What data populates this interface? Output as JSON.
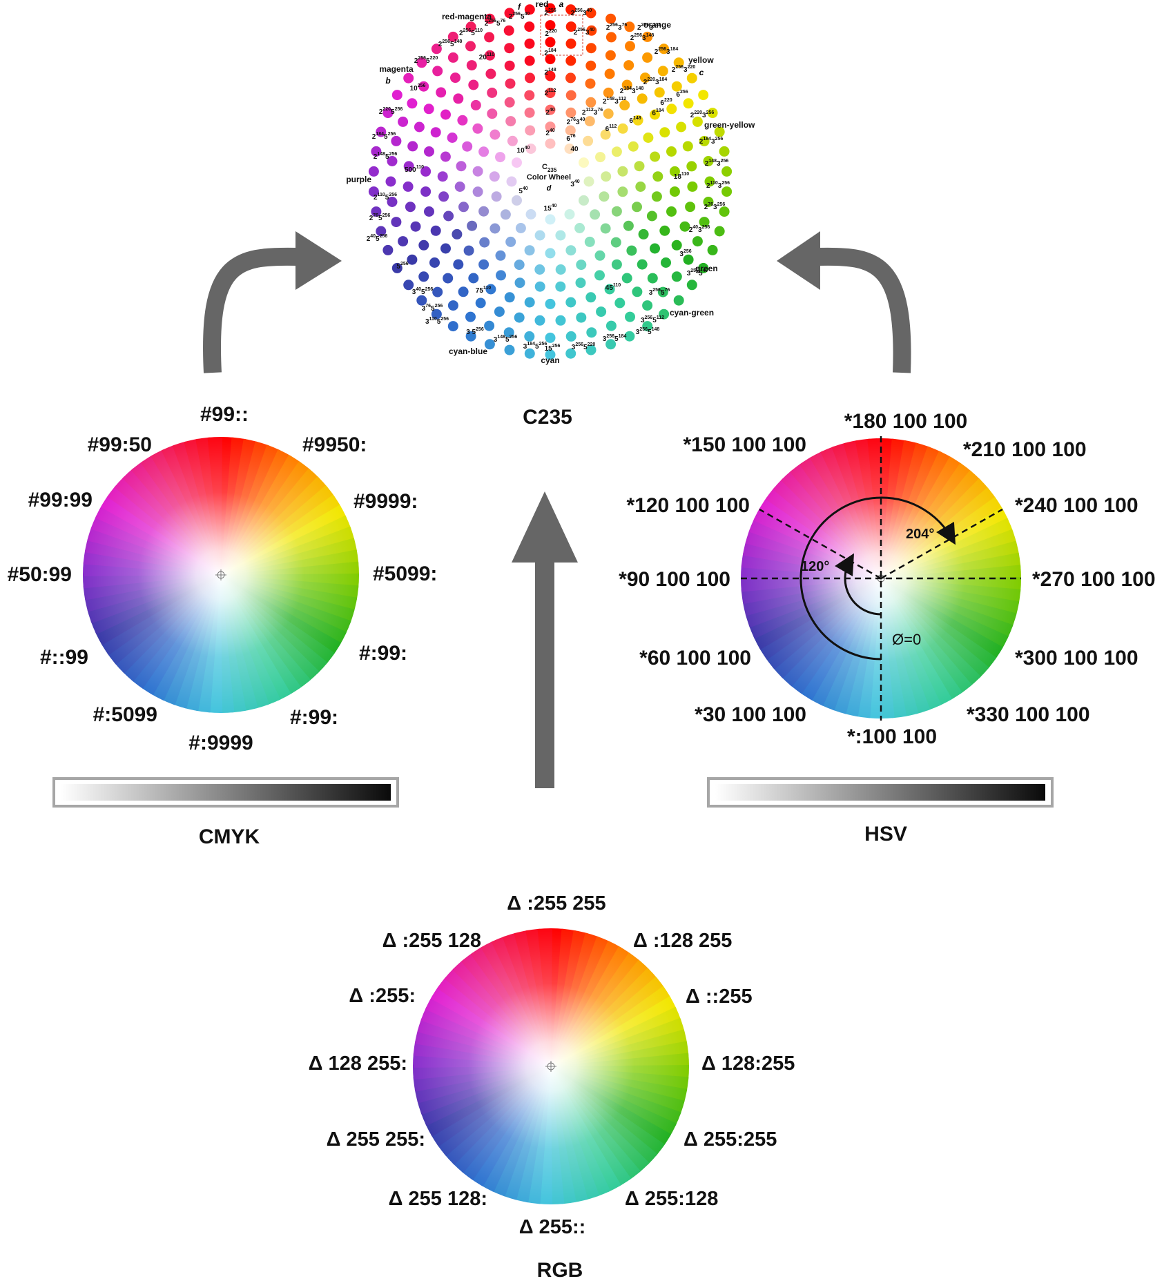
{
  "colors": {
    "arrow": "#666666",
    "wheel_hues": [
      "#ff0000",
      "#ff8000",
      "#f2e600",
      "#80cc00",
      "#22b022",
      "#33cc99",
      "#44c4dd",
      "#2f74d0",
      "#3a3aa8",
      "#8a2ecc",
      "#e020d0",
      "#f0206a"
    ]
  },
  "c235": {
    "title": "C235",
    "center": {
      "l1": "C",
      "l1sub": "235",
      "l2": "Color Wheel",
      "l3": "d"
    },
    "names": {
      "red": "red",
      "red_letter": "a",
      "f": "f",
      "red_magenta": "red-magenta",
      "orange": "orange",
      "yellow": "yellow",
      "yellow_letter": "c",
      "magenta": "magenta",
      "magenta_letter": "b",
      "green_yellow": "green-yellow",
      "purple": "purple",
      "green": "green",
      "cyan_green": "cyan-green",
      "cyan_blue": "cyan-blue",
      "cyan": "cyan"
    },
    "codes": [
      [
        "2",
        "256",
        "5",
        "40"
      ],
      [
        "2",
        "256",
        ""
      ],
      [
        "2",
        "256",
        "3",
        "40"
      ],
      [
        "2",
        "256",
        "3",
        "76"
      ],
      [
        "2",
        "256",
        "3",
        "112"
      ],
      [
        "2",
        "256",
        "5",
        "76"
      ],
      [
        "2",
        "256",
        "5",
        "110"
      ],
      [
        "2",
        "256",
        "5",
        "148"
      ],
      [
        "2",
        "256",
        "5",
        "220"
      ],
      [
        "20",
        "110"
      ],
      [
        "2",
        "220",
        ""
      ],
      [
        "2",
        "256",
        "3",
        "40"
      ],
      [
        "2",
        "184",
        ""
      ],
      [
        "2",
        "256",
        "3",
        "148"
      ],
      [
        "2",
        "256",
        "3",
        "184"
      ],
      [
        "2",
        "256",
        "3",
        "220"
      ],
      [
        "10",
        "256"
      ],
      [
        "2",
        "148",
        ""
      ],
      [
        "2",
        "220",
        "3",
        "184"
      ],
      [
        "2",
        "184",
        "3",
        "148"
      ],
      [
        "2",
        "112",
        ""
      ],
      [
        "2",
        "148",
        "3",
        "112"
      ],
      [
        "6",
        "256"
      ],
      [
        "2",
        "220",
        "5",
        "256"
      ],
      [
        "2",
        "112",
        "3",
        "76"
      ],
      [
        "6",
        "220"
      ],
      [
        "2",
        "220",
        "3",
        "256"
      ],
      [
        "2",
        "40",
        ""
      ],
      [
        "2",
        "76",
        "3",
        "40"
      ],
      [
        "6",
        "148"
      ],
      [
        "6",
        "184"
      ],
      [
        "2",
        "184",
        "5",
        "256"
      ],
      [
        "6",
        "112"
      ],
      [
        "2",
        "40",
        ""
      ],
      [
        "2",
        "184",
        "3",
        "256"
      ],
      [
        "2",
        "148",
        "5",
        "256"
      ],
      [
        "6",
        "76"
      ],
      [
        "10",
        "40"
      ],
      [
        "40",
        ""
      ],
      [
        "500",
        "110"
      ],
      [
        "2",
        "148",
        "3",
        "256"
      ],
      [
        "18",
        "110"
      ],
      [
        "2",
        "110",
        "3",
        "256"
      ],
      [
        "2",
        "110",
        "5",
        "256"
      ],
      [
        "5",
        "40"
      ],
      [
        "3",
        "40"
      ],
      [
        "2",
        "76",
        "3",
        "256"
      ],
      [
        "15",
        "40"
      ],
      [
        "2",
        "76",
        "5",
        "256"
      ],
      [
        "2",
        "40",
        "3",
        "256"
      ],
      [
        "2",
        "40",
        "5",
        "256"
      ],
      [
        "3",
        "256"
      ],
      [
        "5",
        "256"
      ],
      [
        "3",
        "256",
        "5",
        "40"
      ],
      [
        "45",
        "110"
      ],
      [
        "3",
        "256",
        "5",
        "76"
      ],
      [
        "3",
        "40",
        "5",
        "256"
      ],
      [
        "75",
        "110"
      ],
      [
        "3",
        "76",
        "5",
        "256"
      ],
      [
        "3",
        "256",
        "5",
        "112"
      ],
      [
        "3",
        "110",
        "5",
        "256"
      ],
      [
        "3",
        "256",
        "5",
        "148"
      ],
      [
        "3 5",
        "256"
      ],
      [
        "3",
        "256",
        "5",
        "184"
      ],
      [
        "3",
        "148",
        "5",
        "256"
      ],
      [
        "3",
        "184",
        "5",
        "256"
      ],
      [
        "15",
        "256"
      ],
      [
        "3",
        "256",
        "5",
        "220"
      ]
    ]
  },
  "cmyk": {
    "title": "CMYK",
    "labels": [
      "#99::",
      "#9950:",
      "#9999:",
      "#5099:",
      "#:99:",
      "#:99:",
      "#:9999",
      "#:5099",
      "#::99",
      "#50:99",
      "#99:99",
      "#99:50"
    ]
  },
  "hsv": {
    "title": "HSV",
    "labels": [
      "*180 100 100",
      "*210 100 100",
      "*240 100 100",
      "*270 100 100",
      "*300 100 100",
      "*330 100 100",
      "*:100 100",
      "*30 100 100",
      "*60 100 100",
      "*90 100 100",
      "*120 100 100",
      "*150 100 100"
    ],
    "angle_large": "204°",
    "angle_small": "120°",
    "zero": "Ø=0"
  },
  "rgb": {
    "title": "RGB",
    "labels": [
      "Δ :255 255",
      "Δ :128 255",
      "Δ ::255",
      "Δ 128:255",
      "Δ 255:255",
      "Δ 255:128",
      "Δ 255::",
      "Δ 255 128:",
      "Δ 255 255:",
      "Δ 128 255:",
      "Δ :255:",
      "Δ :255 128"
    ]
  }
}
